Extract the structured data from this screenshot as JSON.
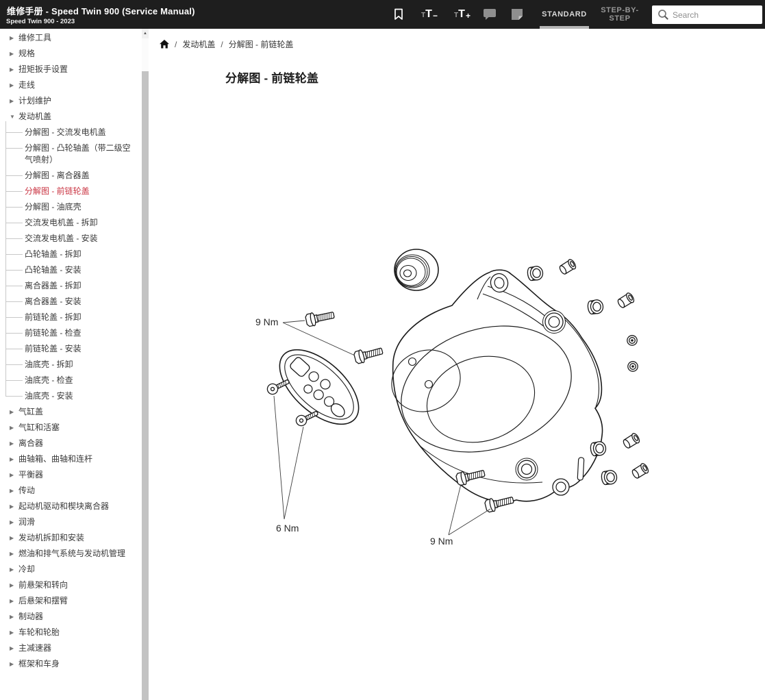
{
  "header": {
    "title": "维修手册 - Speed Twin 900 (Service Manual)",
    "subtitle": "Speed Twin 900 - 2023",
    "font_tools": {
      "small_letter": "T",
      "large_letter": "T",
      "minus": "−",
      "plus": "+"
    },
    "tabs": [
      {
        "label": "STANDARD",
        "active": true
      },
      {
        "label": "STEP-BY-STEP",
        "active": false
      }
    ],
    "search": {
      "placeholder": "Search"
    }
  },
  "colors": {
    "header_bg": "#1e1e1e",
    "selected_red": "#ca3543",
    "tab_underline": "#b5b5b5",
    "diagram_ink": "#1a1a1a"
  },
  "breadcrumb": {
    "separator": "/",
    "items": [
      "发动机盖",
      "分解图 - 前链轮盖"
    ]
  },
  "page_title": "分解图 - 前链轮盖",
  "sidebar": {
    "items": [
      {
        "label": "维修工具"
      },
      {
        "label": "规格"
      },
      {
        "label": "扭矩扳手设置"
      },
      {
        "label": "走线"
      },
      {
        "label": "计划维护"
      },
      {
        "label": "发动机盖",
        "expanded": true,
        "children": [
          {
            "label": "分解图 - 交流发电机盖"
          },
          {
            "label": "分解图 - 凸轮轴盖（带二级空气喷射）"
          },
          {
            "label": "分解图 - 离合器盖"
          },
          {
            "label": "分解图 - 前链轮盖",
            "selected": true
          },
          {
            "label": "分解图 - 油底壳"
          },
          {
            "label": "交流发电机盖 - 拆卸"
          },
          {
            "label": "交流发电机盖 - 安装"
          },
          {
            "label": "凸轮轴盖 - 拆卸"
          },
          {
            "label": "凸轮轴盖 - 安装"
          },
          {
            "label": "离合器盖 - 拆卸"
          },
          {
            "label": "离合器盖 - 安装"
          },
          {
            "label": "前链轮盖 - 拆卸"
          },
          {
            "label": "前链轮盖 - 检查"
          },
          {
            "label": "前链轮盖 - 安装"
          },
          {
            "label": "油底壳 - 拆卸"
          },
          {
            "label": "油底壳 - 检查"
          },
          {
            "label": "油底壳 - 安装"
          }
        ]
      },
      {
        "label": "气缸盖"
      },
      {
        "label": "气缸和活塞"
      },
      {
        "label": "离合器"
      },
      {
        "label": "曲轴箱、曲轴和连杆"
      },
      {
        "label": "平衡器"
      },
      {
        "label": "传动"
      },
      {
        "label": "起动机驱动和楔块离合器"
      },
      {
        "label": "润滑"
      },
      {
        "label": "发动机拆卸和安装"
      },
      {
        "label": "燃油和排气系统与发动机管理"
      },
      {
        "label": "冷却"
      },
      {
        "label": "前悬架和转向"
      },
      {
        "label": "后悬架和摆臂"
      },
      {
        "label": "制动器"
      },
      {
        "label": "车轮和轮胎"
      },
      {
        "label": "主减速器"
      },
      {
        "label": "框架和车身"
      }
    ]
  },
  "diagram": {
    "parts": [
      "rubber-plug",
      "sprocket-cover",
      "cover-plate",
      "flange-bolt",
      "countersunk-screw",
      "spacer-collar",
      "spacer-sleeve",
      "washer"
    ],
    "torque_labels": [
      {
        "text": "9 Nm",
        "position": "top-left"
      },
      {
        "text": "6 Nm",
        "position": "bottom-left"
      },
      {
        "text": "9 Nm",
        "position": "bottom-center"
      }
    ]
  }
}
